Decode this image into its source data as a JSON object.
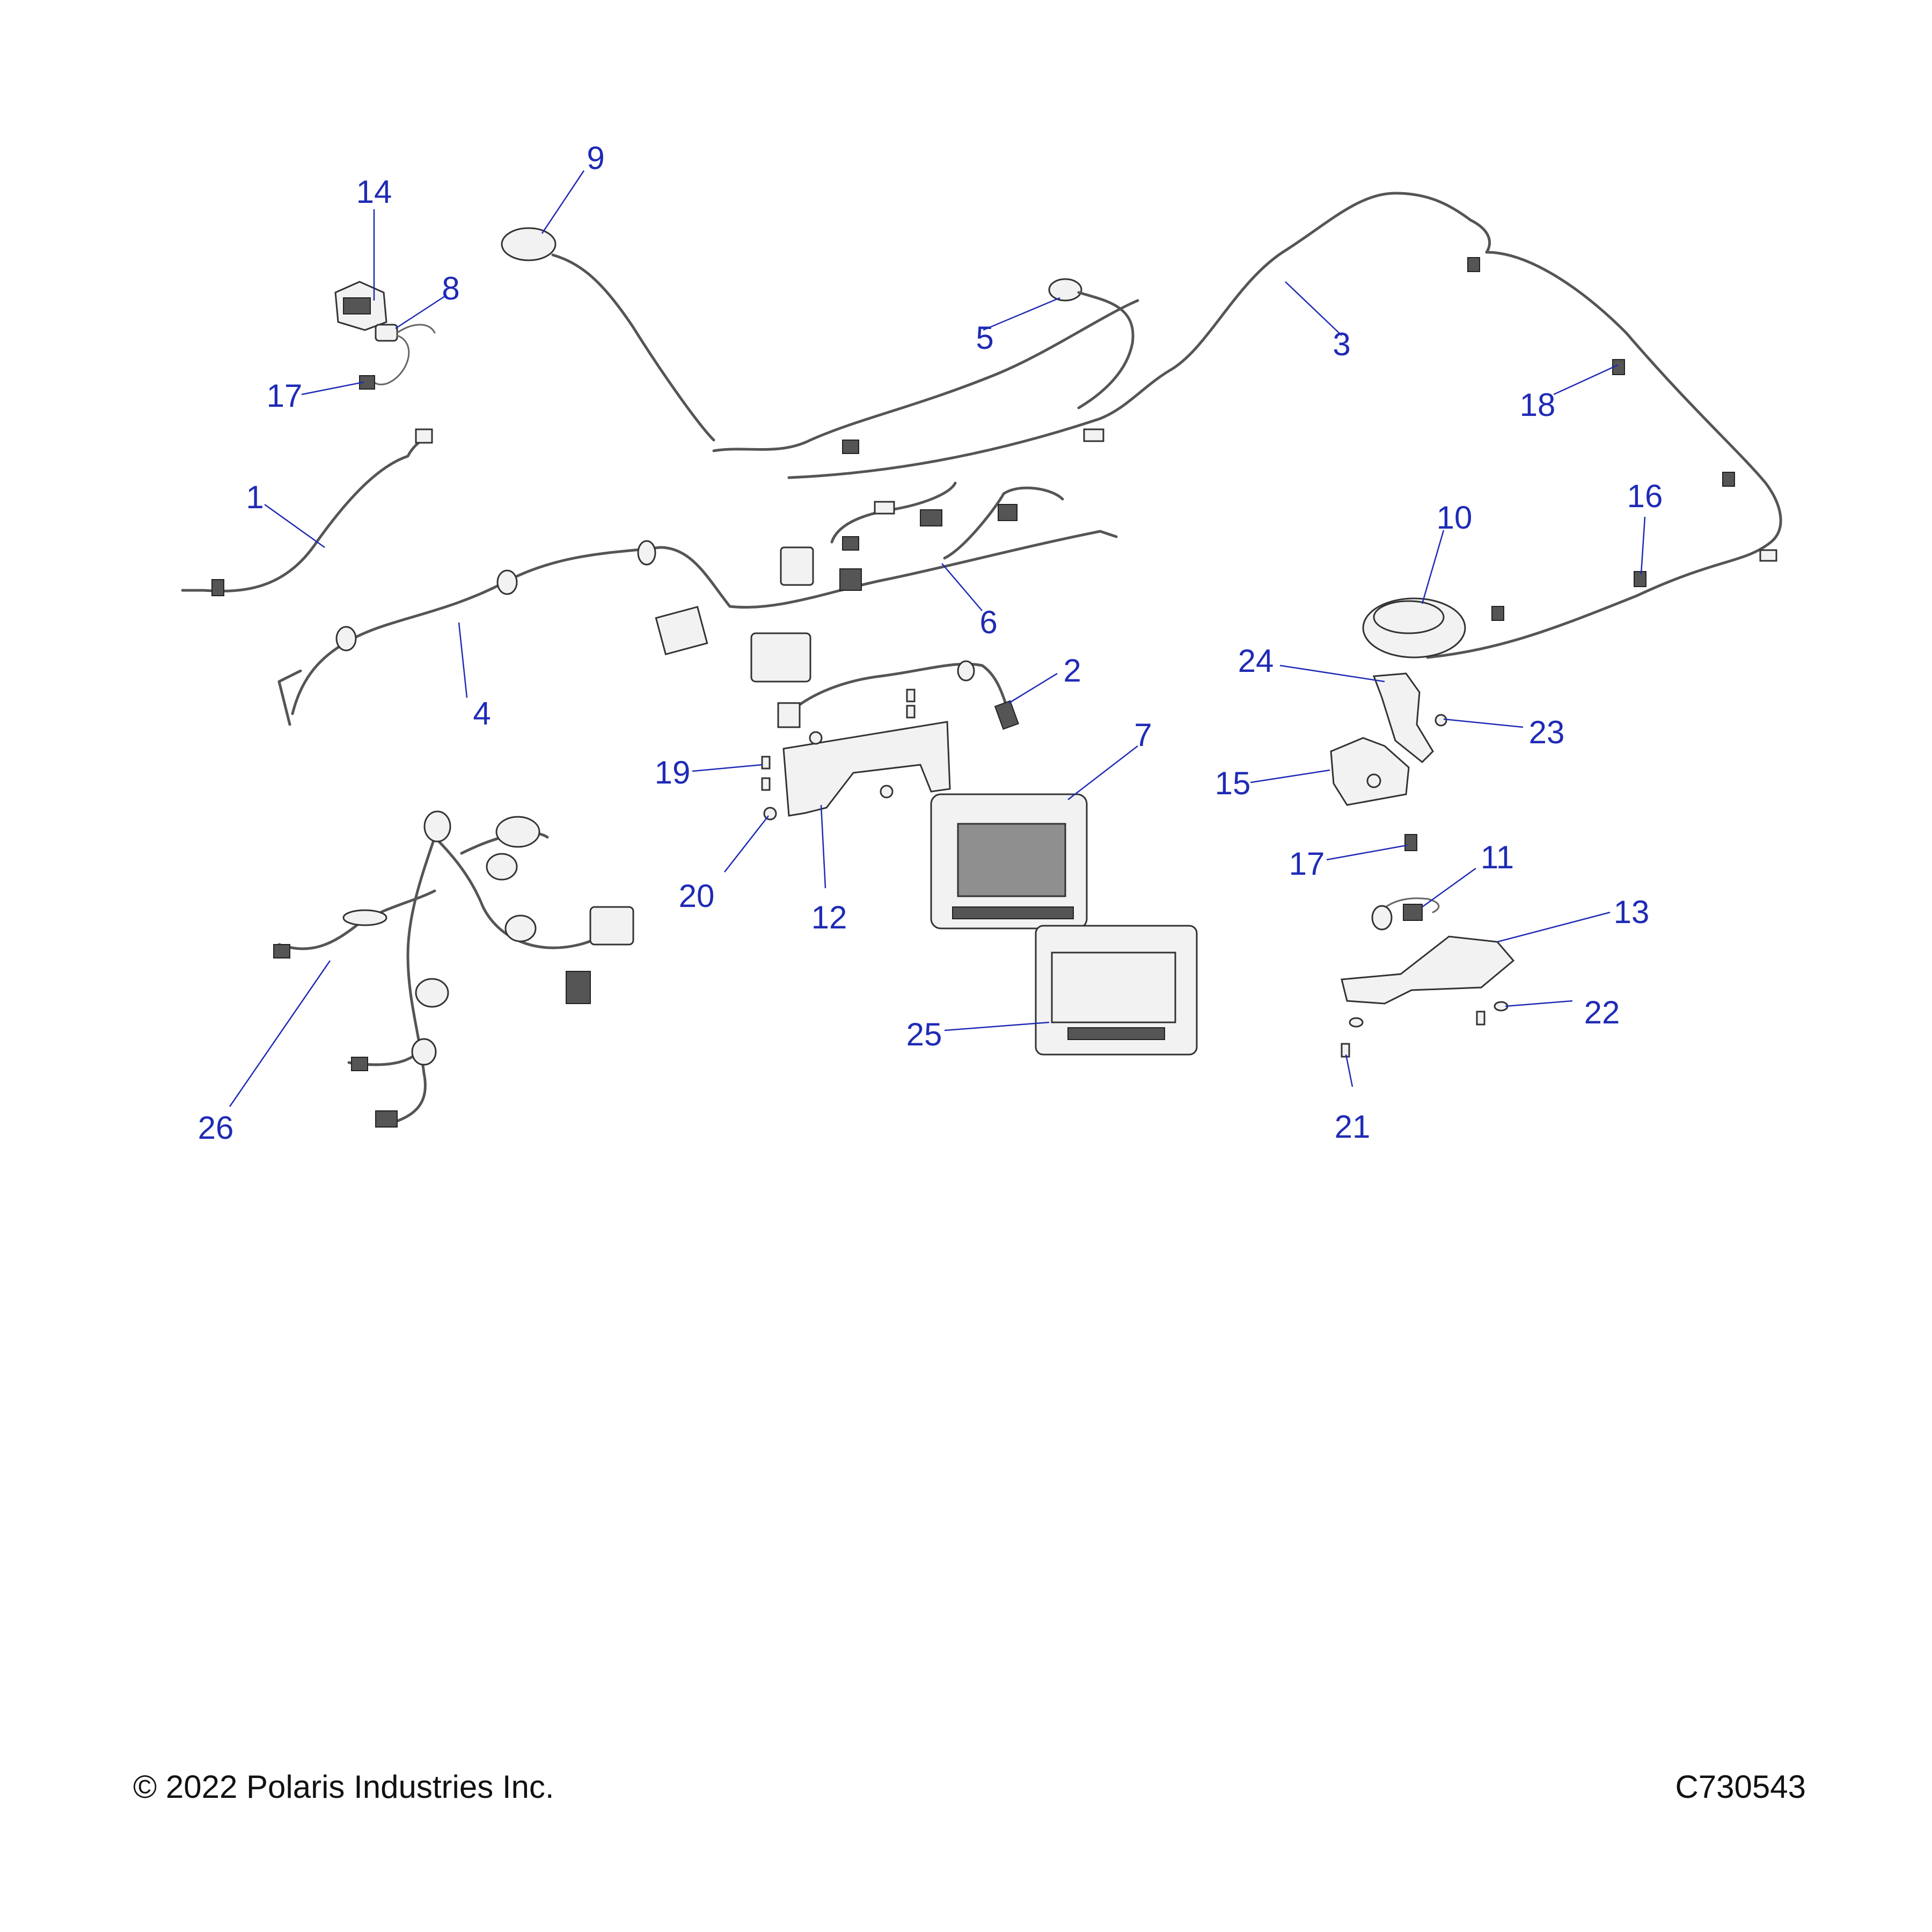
{
  "callouts": [
    {
      "id": "1",
      "label": "1"
    },
    {
      "id": "2",
      "label": "2"
    },
    {
      "id": "3",
      "label": "3"
    },
    {
      "id": "4",
      "label": "4"
    },
    {
      "id": "5",
      "label": "5"
    },
    {
      "id": "6",
      "label": "6"
    },
    {
      "id": "7",
      "label": "7"
    },
    {
      "id": "8",
      "label": "8"
    },
    {
      "id": "9",
      "label": "9"
    },
    {
      "id": "10",
      "label": "10"
    },
    {
      "id": "11",
      "label": "11"
    },
    {
      "id": "12",
      "label": "12"
    },
    {
      "id": "13",
      "label": "13"
    },
    {
      "id": "14",
      "label": "14"
    },
    {
      "id": "15",
      "label": "15"
    },
    {
      "id": "16",
      "label": "16"
    },
    {
      "id": "17a",
      "label": "17"
    },
    {
      "id": "17b",
      "label": "17"
    },
    {
      "id": "18",
      "label": "18"
    },
    {
      "id": "19",
      "label": "19"
    },
    {
      "id": "20",
      "label": "20"
    },
    {
      "id": "21",
      "label": "21"
    },
    {
      "id": "22",
      "label": "22"
    },
    {
      "id": "23",
      "label": "23"
    },
    {
      "id": "24",
      "label": "24"
    },
    {
      "id": "25",
      "label": "25"
    },
    {
      "id": "26",
      "label": "26"
    }
  ],
  "footer": {
    "copyright": "© 2022 Polaris Industries Inc.",
    "drawing_number": "C730543"
  },
  "colors": {
    "callout": "#1f2bb5",
    "linework": "#333333",
    "background": "#ffffff"
  }
}
